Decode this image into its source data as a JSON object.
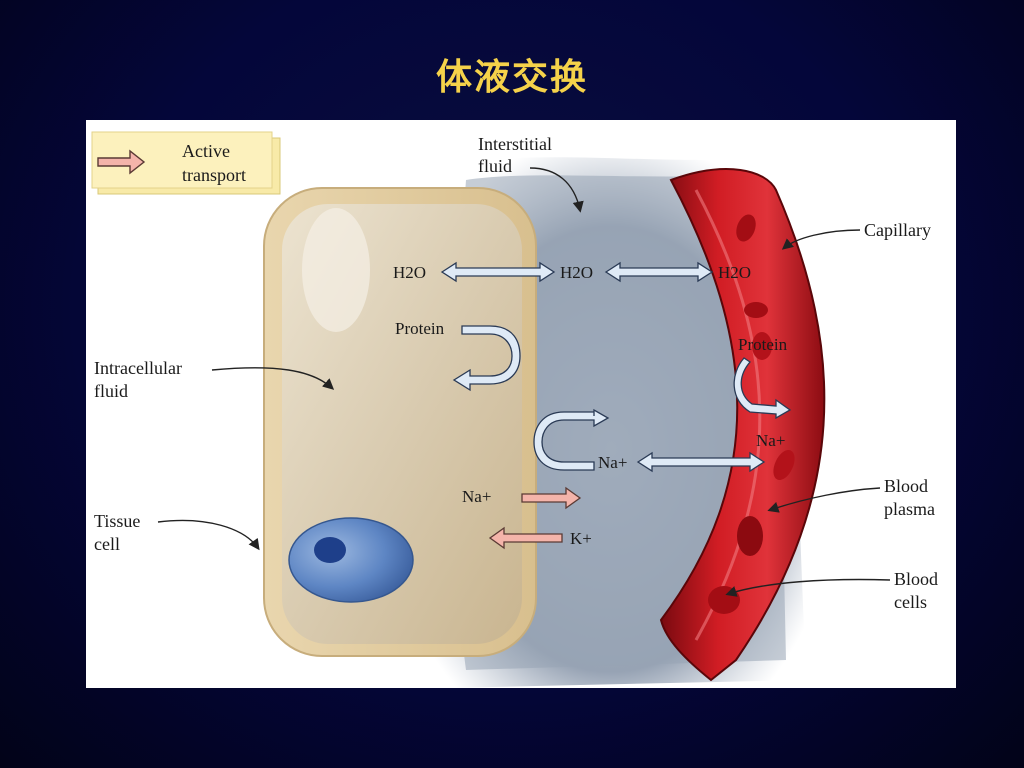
{
  "slide": {
    "title": "体液交换"
  },
  "legend": {
    "line1": "Active",
    "line2": "transport"
  },
  "labels": {
    "interstitial_1": "Interstitial",
    "interstitial_2": "fluid",
    "capillary": "Capillary",
    "intracellular_1": "Intracellular",
    "intracellular_2": "fluid",
    "tissue_1": "Tissue",
    "tissue_2": "cell",
    "plasma_1": "Blood",
    "plasma_2": "plasma",
    "cells_1": "Blood",
    "cells_2": "cells"
  },
  "molecules": {
    "h2o_left": "H2O",
    "h2o_mid": "H2O",
    "h2o_right": "H2O",
    "protein_cell": "Protein",
    "protein_cap": "Protein",
    "na_cap": "Na+",
    "na_mid": "Na+",
    "na_active": "Na+",
    "k_active": "K+"
  },
  "colors": {
    "title": "#f5d24a",
    "capillary": "#c8141c",
    "interstitial": "#9aa6b6",
    "cell": "#d8c8a8",
    "nucleus": "#4a74b8",
    "active_arrow": "#f4b4aa",
    "passive_arrow": "#dfeaf6"
  }
}
